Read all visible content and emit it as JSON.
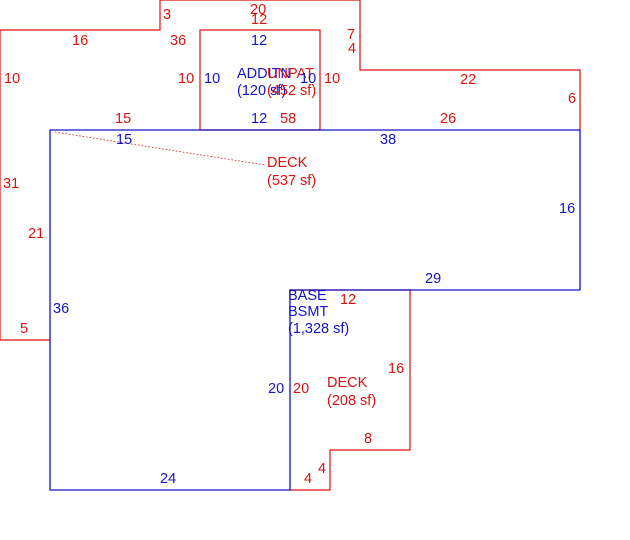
{
  "colors": {
    "red": "#dd1111",
    "blue": "#1414c8",
    "background": "#ffffff"
  },
  "areas": {
    "addition": {
      "name": "ADDITN",
      "area": "(120 sf)"
    },
    "unpat": {
      "name": "UNPAT",
      "area": "(452 sf)"
    },
    "upper_deck": {
      "name": "DECK",
      "area": "(537 sf)"
    },
    "base": {
      "name": "BASE",
      "name2": "BSMT",
      "area": "(1,328 sf)"
    },
    "lower_deck": {
      "name": "DECK",
      "area": "(208 sf)"
    }
  },
  "dimensions": {
    "red": {
      "d3": "3",
      "d20": "20",
      "d12": "12",
      "d16": "16",
      "d36": "36",
      "d7": "7",
      "d4_top": "4",
      "d10_left": "10",
      "d10_mid": "10",
      "d10_right": "10",
      "d22": "22",
      "d6": "6",
      "d15": "15",
      "d58": "58",
      "d26": "26",
      "d31": "31",
      "d21": "21",
      "d5": "5",
      "d12_deck": "12",
      "d16_deck": "16",
      "d20_deck": "20",
      "d8": "8",
      "d4_step": "4",
      "d4_bottom": "4"
    },
    "blue": {
      "d12_top": "12",
      "d10_left": "10",
      "d10_right": "10",
      "d12_bottom": "12",
      "d15": "15",
      "d38": "38",
      "d16": "16",
      "d29": "29",
      "d36": "36",
      "d20": "20",
      "d24": "24"
    }
  }
}
